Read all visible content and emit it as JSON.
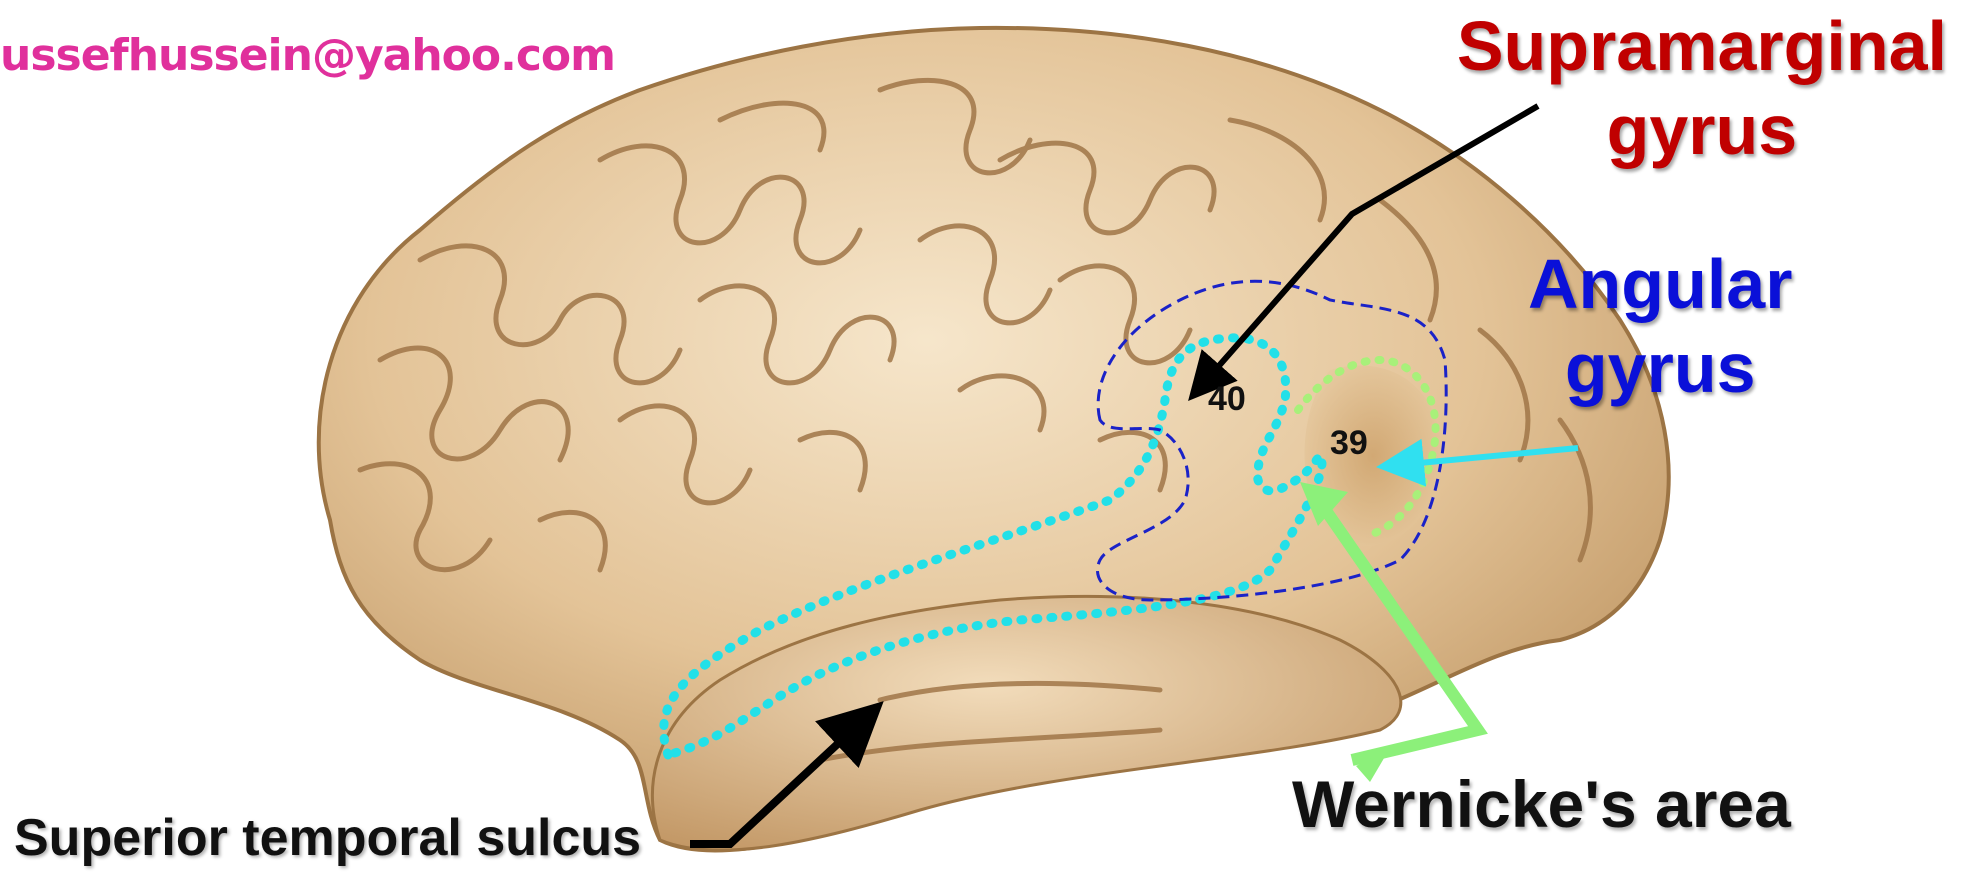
{
  "watermark": {
    "email": "ussefhussein@yahoo.com",
    "color": "#e0309c"
  },
  "labels": {
    "supramarginal_line1": "Supramarginal",
    "supramarginal_line2": "gyrus",
    "angular_line1": "Angular",
    "angular_line2": "gyrus",
    "wernicke": "Wernicke's area",
    "superior_temporal_sulcus": "Superior temporal sulcus",
    "area_40": "40",
    "area_39": "39"
  },
  "colors": {
    "supramarginal": "#c00000",
    "angular": "#0a10d8",
    "wernicke": "#111111",
    "sulcus_label": "#111111",
    "supramarginal_outline": "#1a22c8",
    "sulcus_outline": "#22e0e8",
    "angular_outline": "#a8f07a",
    "wernicke_arrow": "#8cf07a",
    "angular_arrow": "#30e0f0",
    "black_arrow": "#000000",
    "brain_light": "#f3dfc0",
    "brain_mid": "#dcb88a",
    "brain_dark": "#a97e4e"
  }
}
